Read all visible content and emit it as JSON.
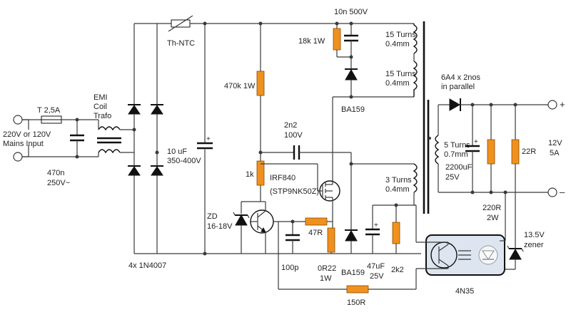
{
  "labels": {
    "fuse": "T 2,5A",
    "mains_line1": "220V or 120V",
    "mains_line2": "Mains Input",
    "emi_line1": "EMI",
    "emi_line2": "Coil",
    "emi_line3": "Trafo",
    "cap_470n_line1": "470n",
    "cap_470n_line2": "250V~",
    "ntc": "Th-NTC",
    "bridge": "4x 1N4007",
    "bulk_cap_line1": "10 uF",
    "bulk_cap_line2": "350-400V",
    "r_470k": "470k 1W",
    "r_1k": "1k",
    "cap_2n2_line1": "2n2",
    "cap_2n2_line2": "100V",
    "mosfet_line1": "IRF840",
    "mosfet_line2": "(STP9NK50Z)",
    "zener_line1": "ZD",
    "zener_line2": "16-18V",
    "r_47r": "47R",
    "cap_100p": "100p",
    "r_0r22_line1": "0R22",
    "r_0r22_line2": "1W",
    "ba159_lower": "BA159",
    "cap_47uf_line1": "47uF",
    "cap_47uf_line2": "25V",
    "r_2k2": "2k2",
    "r_150r": "150R",
    "snubber_cap": "10n 500V",
    "r_18k": "18k 1W",
    "ba159_upper": "BA159",
    "winding1_line1": "15 Turns",
    "winding1_line2": "0.4mm",
    "winding2_line1": "15 Turns",
    "winding2_line2": "0.4mm",
    "aux_line1": "3 Turns",
    "aux_line2": "0.4mm",
    "sec_line1": "5 Turns",
    "sec_line2": "0.7mm",
    "rect_line1": "6A4 x 2nos",
    "rect_line2": "in parallel",
    "out_cap_line1": "2200uF",
    "out_cap_line2": "25V",
    "r_22r": "22R",
    "r_220r_line1": "220R",
    "r_220r_line2": "2W",
    "output_line1": "12V",
    "output_line2": "5A",
    "plus": "+",
    "minus": "–",
    "zener2_line1": "13.5V",
    "zener2_line2": "zener",
    "opto": "4N35"
  }
}
